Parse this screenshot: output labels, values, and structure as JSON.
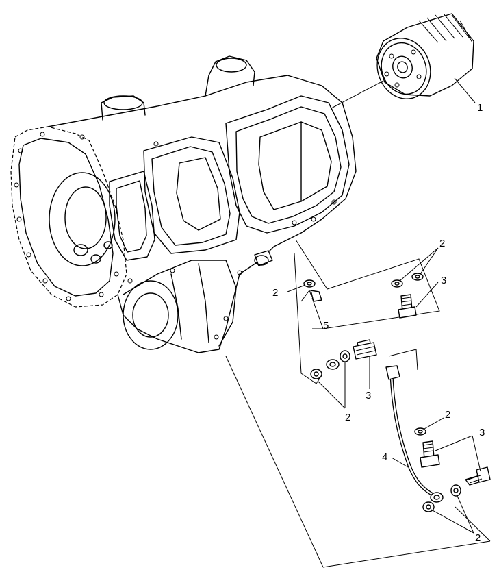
{
  "callouts": {
    "oil_filter": "1",
    "washer": "2",
    "banjo_bolt": "3",
    "oil_line_long": "4",
    "oil_line_short": "5"
  },
  "colors": {
    "line": "#000000",
    "background": "#ffffff"
  }
}
